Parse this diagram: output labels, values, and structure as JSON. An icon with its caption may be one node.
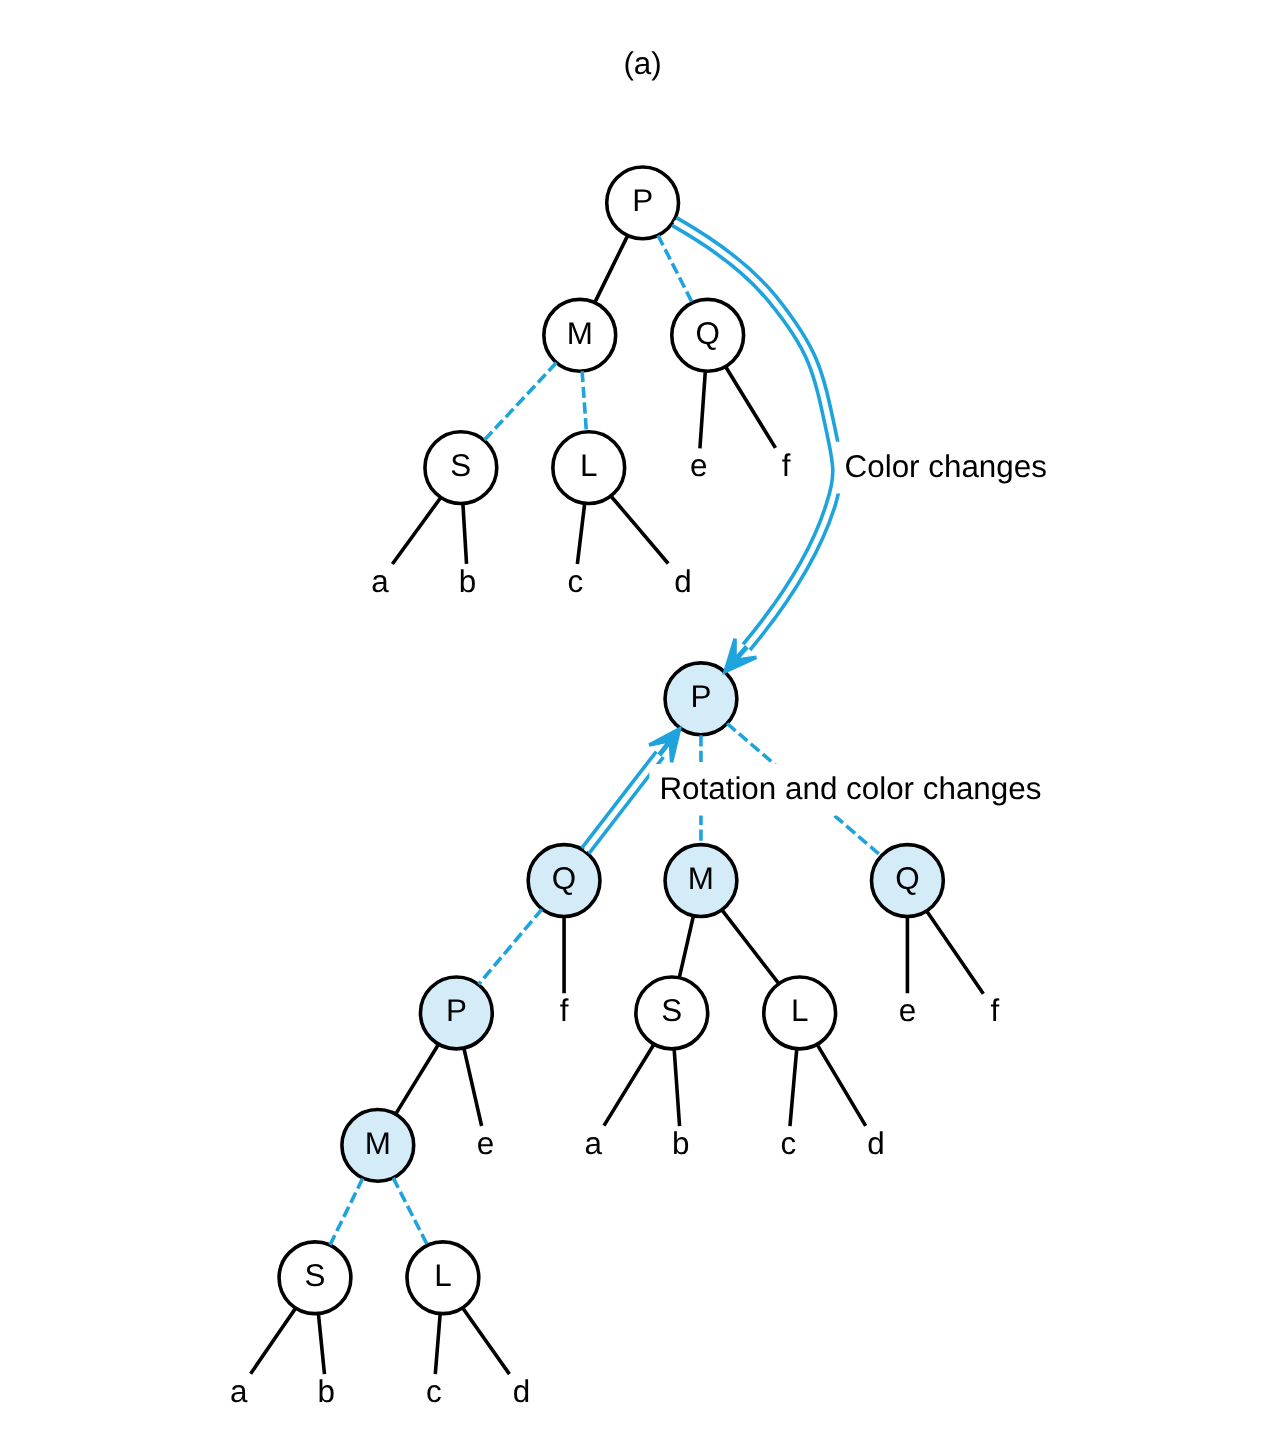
{
  "diagram": {
    "nodes": [
      {
        "text": [
          "P"
        ]
      },
      {
        "text": [
          "M"
        ]
      },
      {
        "text": [
          "Q"
        ]
      },
      {
        "text": [
          "S"
        ]
      },
      {
        "text": [
          "L"
        ]
      },
      {
        "text": [
          "a"
        ]
      },
      {
        "text": [
          "b"
        ]
      },
      {
        "text": [
          "c"
        ]
      },
      {
        "text": [
          "d"
        ]
      },
      {
        "text": [
          "e"
        ]
      },
      {
        "text": [
          "f"
        ]
      },
      {
        "text": [
          "P"
        ]
      },
      {
        "text": [
          "M"
        ]
      },
      {
        "text": [
          "Q"
        ]
      },
      {
        "text": [
          "S"
        ]
      },
      {
        "text": [
          "L"
        ]
      },
      {
        "text": [
          "a"
        ]
      },
      {
        "text": [
          "b"
        ]
      },
      {
        "text": [
          "c"
        ]
      },
      {
        "text": [
          "d"
        ]
      },
      {
        "text": [
          "e"
        ]
      },
      {
        "text": [
          "f"
        ]
      },
      {
        "text": [
          "Q"
        ]
      },
      {
        "text": [
          "P"
        ]
      },
      {
        "text": [
          "f"
        ]
      },
      {
        "text": [
          "M"
        ]
      },
      {
        "text": [
          "e"
        ]
      },
      {
        "text": [
          "S"
        ]
      },
      {
        "text": [
          "L"
        ]
      },
      {
        "text": [
          "a"
        ]
      },
      {
        "text": [
          "b"
        ]
      },
      {
        "text": [
          "c"
        ]
      },
      {
        "text": [
          "d"
        ]
      }
    ],
    "edges": [
      {
        "from": 0,
        "to": 1,
        "arrow": "none"
      },
      {
        "from": 0,
        "to": 2,
        "arrow": "none",
        "style": "dashed",
        "color": "#1fa3dc"
      },
      {
        "from": 1,
        "to": 3,
        "arrow": "none",
        "style": "dashed",
        "color": "#1fa3dc"
      },
      {
        "from": 1,
        "to": 4,
        "arrow": "none",
        "style": "dashed",
        "color": "#1fa3dc"
      },
      {
        "from": 3,
        "to": 5,
        "arrow": "none"
      },
      {
        "from": 3,
        "to": 6,
        "arrow": "none"
      },
      {
        "from": 4,
        "to": 7,
        "arrow": "none"
      },
      {
        "from": 4,
        "to": 8,
        "arrow": "none"
      },
      {
        "from": 2,
        "to": 9,
        "arrow": "none"
      },
      {
        "from": 2,
        "to": 10,
        "arrow": "none"
      },
      {
        "from": 11,
        "to": 12,
        "arrow": "none",
        "style": "dashed",
        "color": "#1fa3dc"
      },
      {
        "from": 11,
        "to": 13,
        "arrow": "none",
        "style": "dashed",
        "color": "#1fa3dc"
      },
      {
        "from": 12,
        "to": 14,
        "arrow": "none"
      },
      {
        "from": 12,
        "to": 15,
        "arrow": "none"
      },
      {
        "from": 14,
        "to": 16,
        "arrow": "none"
      },
      {
        "from": 14,
        "to": 17,
        "arrow": "none"
      },
      {
        "from": 15,
        "to": 18,
        "arrow": "none"
      },
      {
        "from": 15,
        "to": 19,
        "arrow": "none"
      },
      {
        "from": 13,
        "to": 20,
        "arrow": "none"
      },
      {
        "from": 13,
        "to": 21,
        "arrow": "none"
      },
      {
        "from": 22,
        "to": 23,
        "arrow": "none",
        "style": "dashed",
        "color": "#1fa3dc"
      },
      {
        "from": 22,
        "to": 24,
        "arrow": "none"
      },
      {
        "from": 23,
        "to": 25,
        "arrow": "none"
      },
      {
        "from": 23,
        "to": 26,
        "arrow": "none"
      },
      {
        "from": 25,
        "to": 27,
        "arrow": "none",
        "style": "dashed",
        "color": "#1fa3dc"
      },
      {
        "from": 25,
        "to": 28,
        "arrow": "none",
        "style": "dashed",
        "color": "#1fa3dc"
      },
      {
        "from": 27,
        "to": 29,
        "arrow": "none"
      },
      {
        "from": 27,
        "to": 30,
        "arrow": "none"
      },
      {
        "from": 28,
        "to": 31,
        "arrow": "none"
      },
      {
        "from": 28,
        "to": 32,
        "arrow": "none"
      },
      {
        "from": 0,
        "to": 11,
        "arrow": "to",
        "label": "Color changes",
        "color": "#1fa3dc"
      },
      {
        "from": 22,
        "to": 11,
        "arrow": "to",
        "label": "Rotation and color changes",
        "color": "#1fa3dc"
      }
    ],
    "labels": [
      "(a)"
    ]
  }
}
